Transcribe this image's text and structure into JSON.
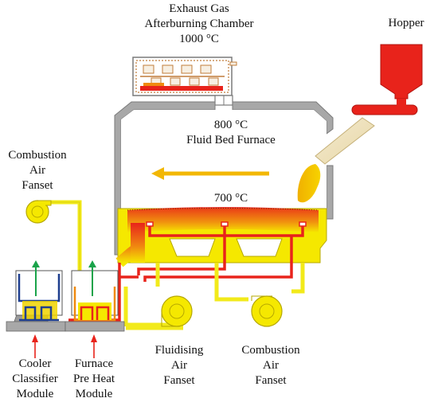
{
  "labels": {
    "afterburner": [
      "Exhaust Gas",
      "Afterburning Chamber",
      "1000 °C"
    ],
    "hopper": "Hopper",
    "furnace": [
      "800 °C",
      "Fluid Bed Furnace"
    ],
    "bed_temp": "700 °C",
    "combustion_fanset_left": [
      "Combustion",
      "Air",
      "Fanset"
    ],
    "fluidising_fanset": [
      "Fluidising",
      "Air",
      "Fanset"
    ],
    "combustion_fanset_bottom": [
      "Combustion",
      "Air",
      "Fanset"
    ],
    "cooler_module": [
      "Cooler",
      "Classifier",
      "Module"
    ],
    "preheat_module": [
      "Furnace",
      "Pre Heat",
      "Module"
    ]
  },
  "colors": {
    "wall_gray": "#a8a8a8",
    "wall_stroke": "#7a7a7a",
    "bed_yellow": "#f5e800",
    "duct_yellow": "#f2ea1a",
    "hot_red": "#e8231b",
    "flow_arrow": "#f2b705",
    "exhaust_arrow": "#1aa34a",
    "cooler_blue": "#1f3f8f",
    "hopper_red": "#e8231b",
    "feed_chute": "#f1e3b8"
  }
}
